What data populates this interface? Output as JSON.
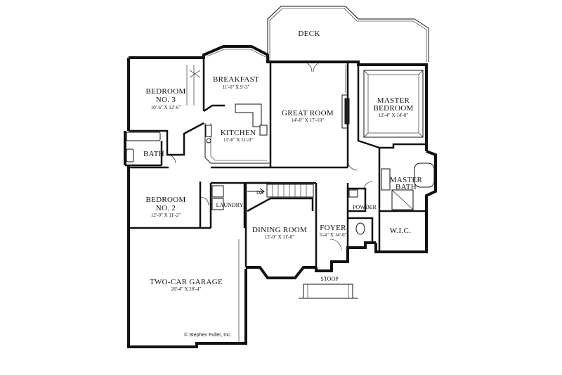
{
  "rooms": {
    "deck": {
      "name": "DECK"
    },
    "breakfast": {
      "name": "BREAKFAST",
      "dims": "11'-6\" X 9'-3\""
    },
    "bedroom3": {
      "name1": "BEDROOM",
      "name2": "NO. 3",
      "dims": "10'-6\" X 12'-6\""
    },
    "great_room": {
      "name": "GREAT ROOM",
      "dims": "14'-0\" X 17'-10\""
    },
    "master_bedroom": {
      "name1": "MASTER",
      "name2": "BEDROOM",
      "dims": "12'-4\" X 14'-8\""
    },
    "kitchen": {
      "name": "KITCHEN",
      "dims": "11'-6\" X 11'-0\""
    },
    "bath": {
      "name": "BATH"
    },
    "master_bath": {
      "name1": "MASTER",
      "name2": "BATH"
    },
    "bedroom2": {
      "name1": "BEDROOM",
      "name2": "NO. 2",
      "dims": "12'-0\" X 11'-2\""
    },
    "laundry": {
      "name": "LAUNDRY"
    },
    "dn": {
      "name": "DN"
    },
    "powder": {
      "name": "POWDER"
    },
    "foyer": {
      "name": "FOYER",
      "dims": "5'-4\" X 14'-6\""
    },
    "dining_room": {
      "name": "DINING ROOM",
      "dims": "12'-0\" X 11'-0\""
    },
    "wic": {
      "name": "W.I.C."
    },
    "garage": {
      "name": "TWO-CAR GARAGE",
      "dims": "20'-4\" X 20'-4\""
    },
    "stoop": {
      "name": "STOOP"
    }
  },
  "copyright": "© Stephen Fuller, Inc."
}
